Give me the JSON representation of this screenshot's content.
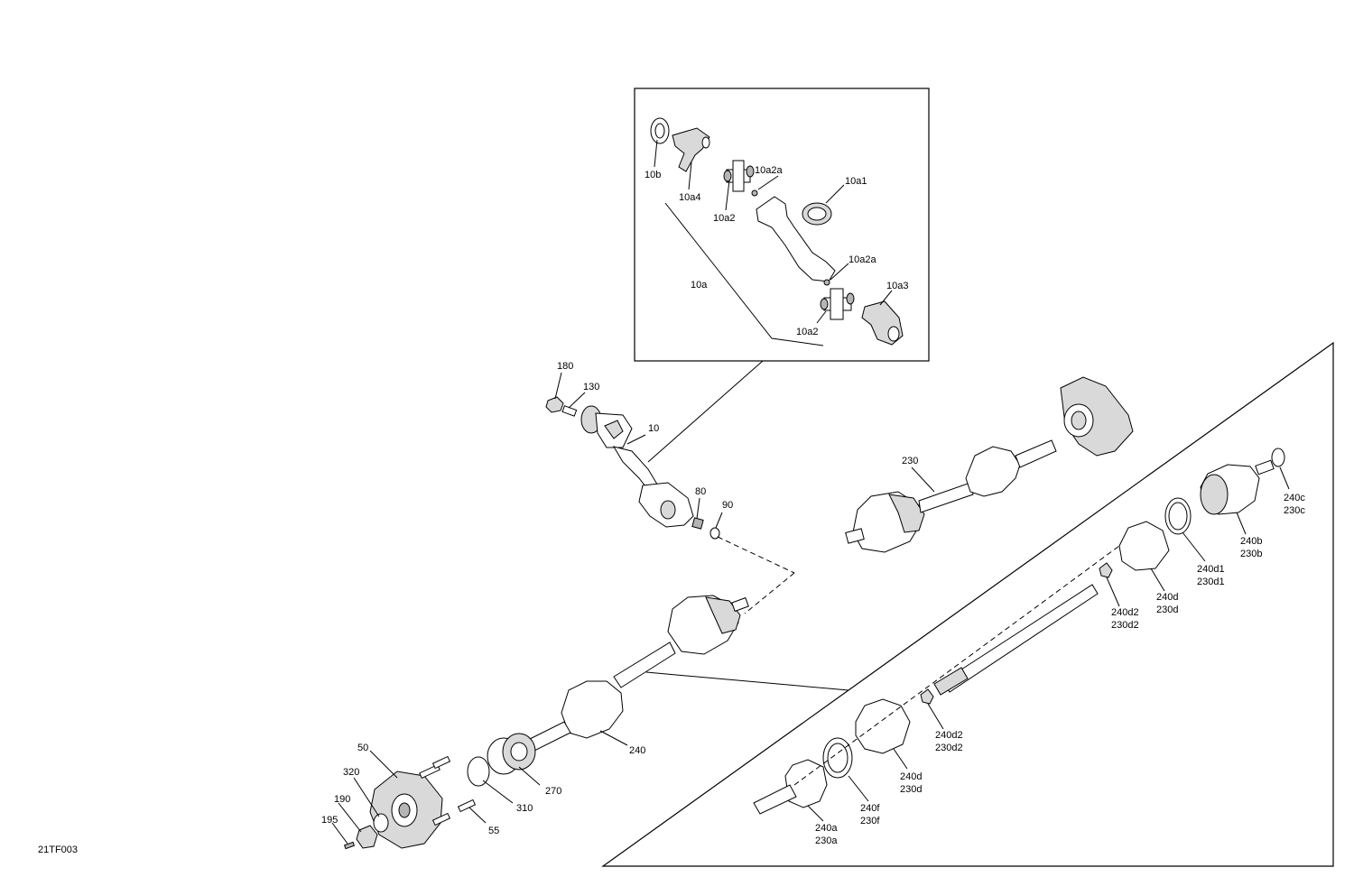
{
  "diagram_code": "21TF003",
  "labels": {
    "l10b": "10b",
    "l10a4": "10a4",
    "l10a2_top": "10a2",
    "l10a2a_top": "10a2a",
    "l10a1": "10a1",
    "l10a": "10a",
    "l10a2a_mid": "10a2a",
    "l10a3": "10a3",
    "l10a2_bot": "10a2",
    "l180": "180",
    "l130": "130",
    "l10": "10",
    "l80": "80",
    "l90": "90",
    "l230": "230",
    "l240c": "240c",
    "l230c": "230c",
    "l240b": "240b",
    "l230b": "230b",
    "l240d1": "240d1",
    "l230d1": "230d1",
    "l240d_r": "240d",
    "l230d_r": "230d",
    "l240d2_r": "240d2",
    "l230d2_r": "230d2",
    "l240d2_m": "240d2",
    "l230d2_m": "230d2",
    "l240d_m": "240d",
    "l230d_m": "230d",
    "l240f": "240f",
    "l230f": "230f",
    "l240a": "240a",
    "l230a": "230a",
    "l240": "240",
    "l270": "270",
    "l310": "310",
    "l55": "55",
    "l50": "50",
    "l320": "320",
    "l190": "190",
    "l195": "195"
  }
}
